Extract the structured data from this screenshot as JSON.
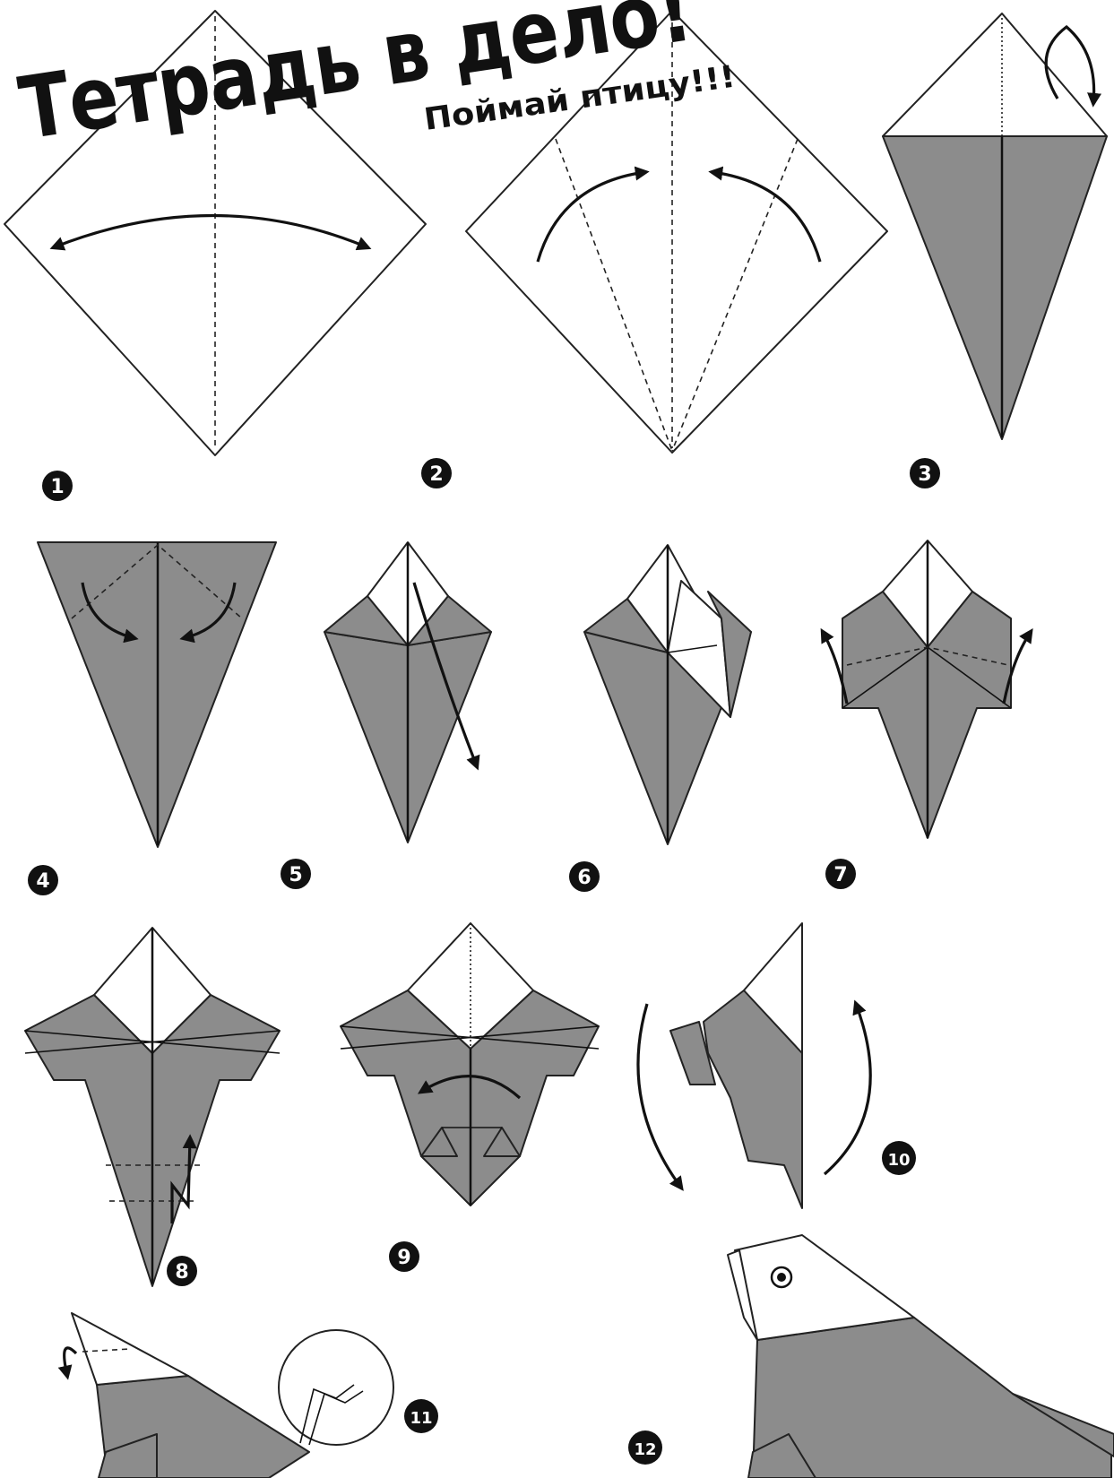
{
  "header": {
    "title": "Тетрадь в дело!",
    "subtitle": "Поймай птицу!!!"
  },
  "steps": [
    {
      "number": "1"
    },
    {
      "number": "2"
    },
    {
      "number": "3"
    },
    {
      "number": "4"
    },
    {
      "number": "5"
    },
    {
      "number": "6"
    },
    {
      "number": "7"
    },
    {
      "number": "8"
    },
    {
      "number": "9"
    },
    {
      "number": "10"
    },
    {
      "number": "11"
    },
    {
      "number": "12"
    }
  ],
  "colors": {
    "paper_color": "#8c8c8c",
    "paper_back": "#ffffff",
    "ink": "#111111"
  }
}
